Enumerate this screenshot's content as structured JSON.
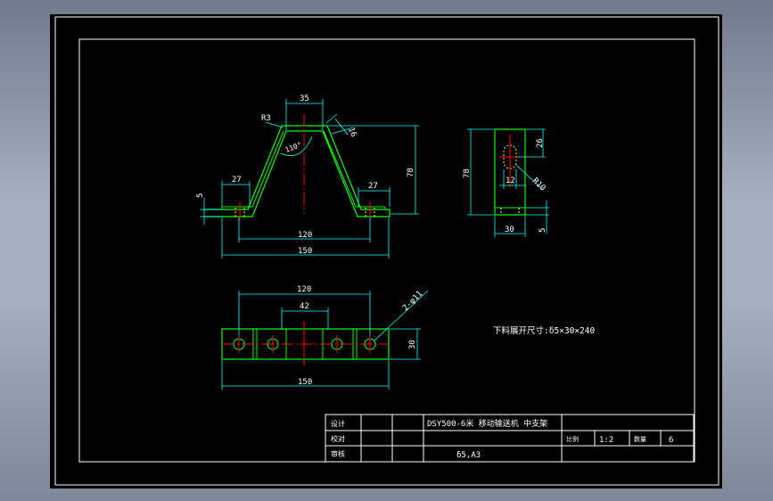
{
  "colors": {
    "background": "#000000",
    "frame": "#ffffff",
    "outline": "#00ff00",
    "dimension": "#00ffff",
    "centerline": "#ff0000",
    "hidden": "#ffff00",
    "text": "#ffffff"
  },
  "front_view": {
    "dims": {
      "top_width": "35",
      "radius": "R3",
      "thickness": "16",
      "angle": "110°",
      "height": "78",
      "flange_left": "27",
      "flange_right": "27",
      "plate_thickness": "5",
      "inner_span": "120",
      "overall_length": "150"
    }
  },
  "side_view": {
    "dims": {
      "height": "78",
      "slot_length": "26",
      "slot_width": "12",
      "slot_radius": "R10",
      "width": "30",
      "thickness": "5"
    }
  },
  "top_view": {
    "dims": {
      "hole_spacing": "120",
      "slot_spacing": "42",
      "holes": "2-φ11",
      "width": "30",
      "overall_length": "150"
    }
  },
  "note": "下料展开尺寸:δ5×30×240",
  "title_block": {
    "labels": {
      "design": "设计",
      "check": "校对",
      "audit": "审核",
      "scale_label": "比例",
      "qty_label": "数量"
    },
    "drawing_title": "DSY500-6米 移动输送机 中支架",
    "material": "δ5,A3",
    "scale": "1:2",
    "quantity": "6"
  }
}
